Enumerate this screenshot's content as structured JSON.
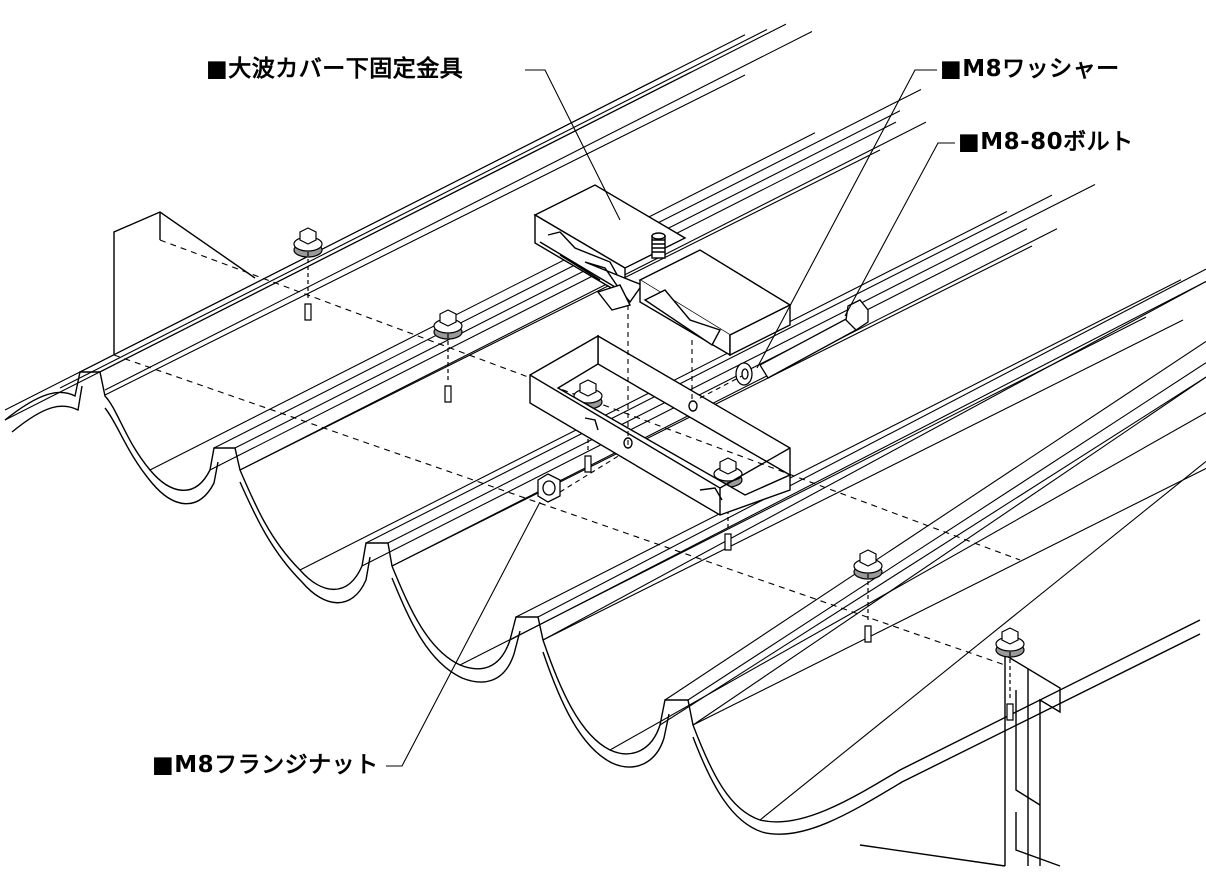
{
  "diagram": {
    "labels": {
      "cover_bracket": "■大波カバー下固定金具",
      "washer": "■M8ワッシャー",
      "bolt": "■M8-80ボルト",
      "flange_nut": "■M8フランジナット"
    },
    "colors": {
      "stroke": "#000000",
      "fill": "#ffffff",
      "shade": "#9a9a9a"
    }
  }
}
